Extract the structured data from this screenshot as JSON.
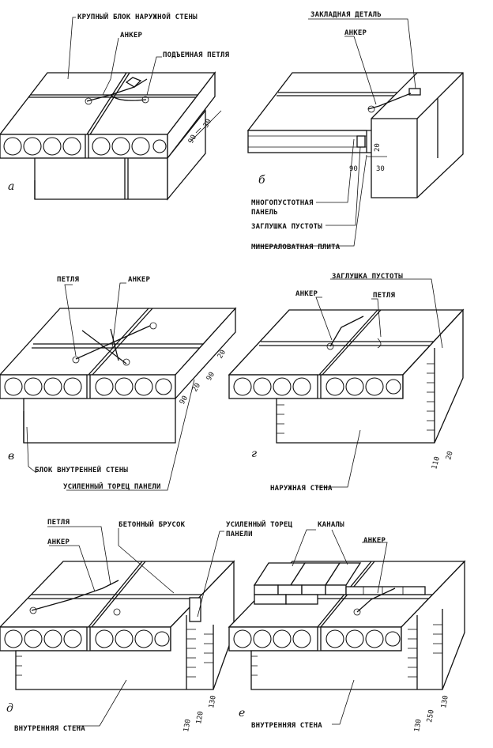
{
  "colors": {
    "ink": "#111111",
    "paper": "#ffffff"
  },
  "panels": {
    "a": {
      "tag": "а",
      "labels": {
        "outer_block": "КРУПНЫЙ БЛОК НАРУЖНОЙ СТЕНЫ",
        "anchor": "АНКЕР",
        "lifting_loop": "ПОДЪЕМНАЯ ПЕТЛЯ"
      },
      "dims": [
        "90",
        "30"
      ]
    },
    "b": {
      "tag": "б",
      "labels": {
        "embedded_part": "ЗАКЛАДНАЯ ДЕТАЛЬ",
        "anchor": "АНКЕР",
        "hollow_panel_1": "МНОГОПУСТОТНАЯ",
        "hollow_panel_2": "ПАНЕЛЬ",
        "void_plug": "ЗАГЛУШКА ПУСТОТЫ",
        "mineral_wool": "МИНЕРАЛОВАТНАЯ ПЛИТА"
      },
      "dims": [
        "20",
        "90",
        "30"
      ]
    },
    "v": {
      "tag": "в",
      "labels": {
        "loop": "ПЕТЛЯ",
        "anchor": "АНКЕР",
        "inner_block": "БЛОК ВНУТРЕННЕЙ СТЕНЫ",
        "reinforced_end": "УСИЛЕННЫЙ ТОРЕЦ ПАНЕЛИ"
      },
      "dims": [
        "90",
        "20",
        "90",
        "20"
      ]
    },
    "g": {
      "tag": "г",
      "labels": {
        "void_plug": "ЗАГЛУШКА ПУСТОТЫ",
        "anchor": "АНКЕР",
        "loop": "ПЕТЛЯ",
        "outer_wall": "НАРУЖНАЯ СТЕНА"
      },
      "dims": [
        "110",
        "20"
      ]
    },
    "d": {
      "tag": "д",
      "labels": {
        "loop": "ПЕТЛЯ",
        "anchor": "АНКЕР",
        "concrete_bar": "БЕТОННЫЙ БРУСОК",
        "reinforced_end_1": "УСИЛЕННЫЙ ТОРЕЦ",
        "reinforced_end_2": "ПАНЕЛИ",
        "inner_wall": "ВНУТРЕННЯЯ СТЕНА"
      },
      "dims": [
        "130",
        "120",
        "130"
      ]
    },
    "e": {
      "tag": "е",
      "labels": {
        "channels": "КАНАЛЫ",
        "anchor": "АНКЕР",
        "inner_wall": "ВНУТРЕННЯЯ СТЕНА"
      },
      "dims": [
        "130",
        "250",
        "130"
      ]
    }
  }
}
